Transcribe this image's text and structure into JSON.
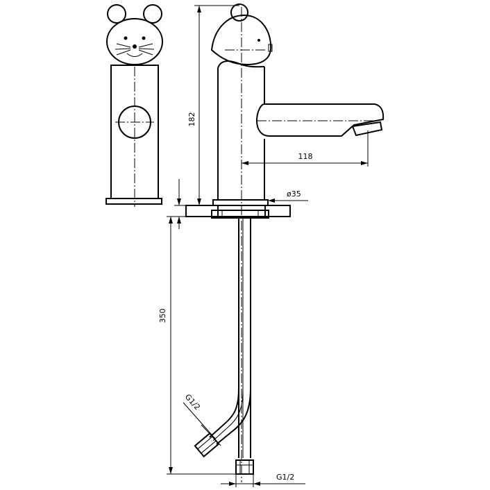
{
  "dimensions": {
    "height_total": "182",
    "spout_reach": "118",
    "base_diameter": "ø35",
    "pipe_length": "350",
    "thread_side": "G1/2",
    "thread_bottom": "G1/2"
  }
}
